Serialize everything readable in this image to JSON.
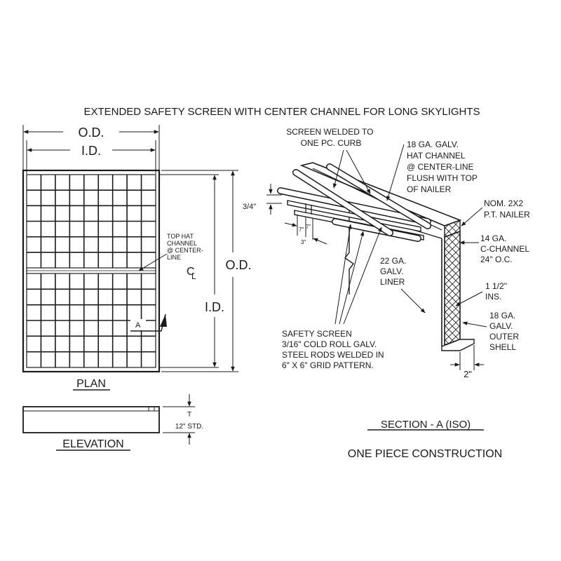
{
  "title": "EXTENDED SAFETY SCREEN WITH CENTER CHANNEL FOR LONG SKYLIGHTS",
  "plan": {
    "od_label": "O.D.",
    "id_label": "I.D.",
    "od_side_label": "O.D.",
    "id_side_label": "I.D.",
    "hat_channel_note": [
      "TOP HAT",
      "CHANNEL",
      "@ CENTER-",
      "LINE"
    ],
    "centerline_symbol": "C",
    "centerline_symbol_l": "L",
    "section_marker": "A",
    "caption": "PLAN"
  },
  "elevation": {
    "dim_t": "T",
    "dim_std": "12\" STD.",
    "caption": "ELEVATION"
  },
  "section": {
    "screen_welded_note": [
      "SCREEN WELDED TO",
      "ONE PC. CURB"
    ],
    "hat_channel_note": [
      "18 GA. GALV.",
      "HAT CHANNEL",
      "@ CENTER-LINE",
      "FLUSH WITH TOP",
      "OF NAILER"
    ],
    "nailer_note": [
      "NOM. 2X2",
      "P.T. NAILER"
    ],
    "c_channel_note": [
      "14 GA.",
      "C-CHANNEL",
      "24\" O.C."
    ],
    "liner_note": [
      "22 GA.",
      "GALV.",
      "LINER"
    ],
    "insulation_note": [
      "1 1/2\"",
      "INS."
    ],
    "outer_shell_note": [
      "18 GA.",
      "GALV.",
      "OUTER",
      "SHELL"
    ],
    "safety_screen_note": [
      "SAFETY SCREEN",
      "3/16\" COLD ROLL GALV.",
      "STEEL RODS WELDED IN",
      "6\" X 6\" GRID PATTERN."
    ],
    "dim_three_quarter": "3/4\"",
    "dim_seven_eighths_a": "7\"",
    "dim_seven_eighths_b": "7\"",
    "dim_three": "3\"",
    "dim_two": "2\"",
    "caption": "SECTION - A  (ISO)",
    "subcaption": "ONE PIECE CONSTRUCTION"
  }
}
